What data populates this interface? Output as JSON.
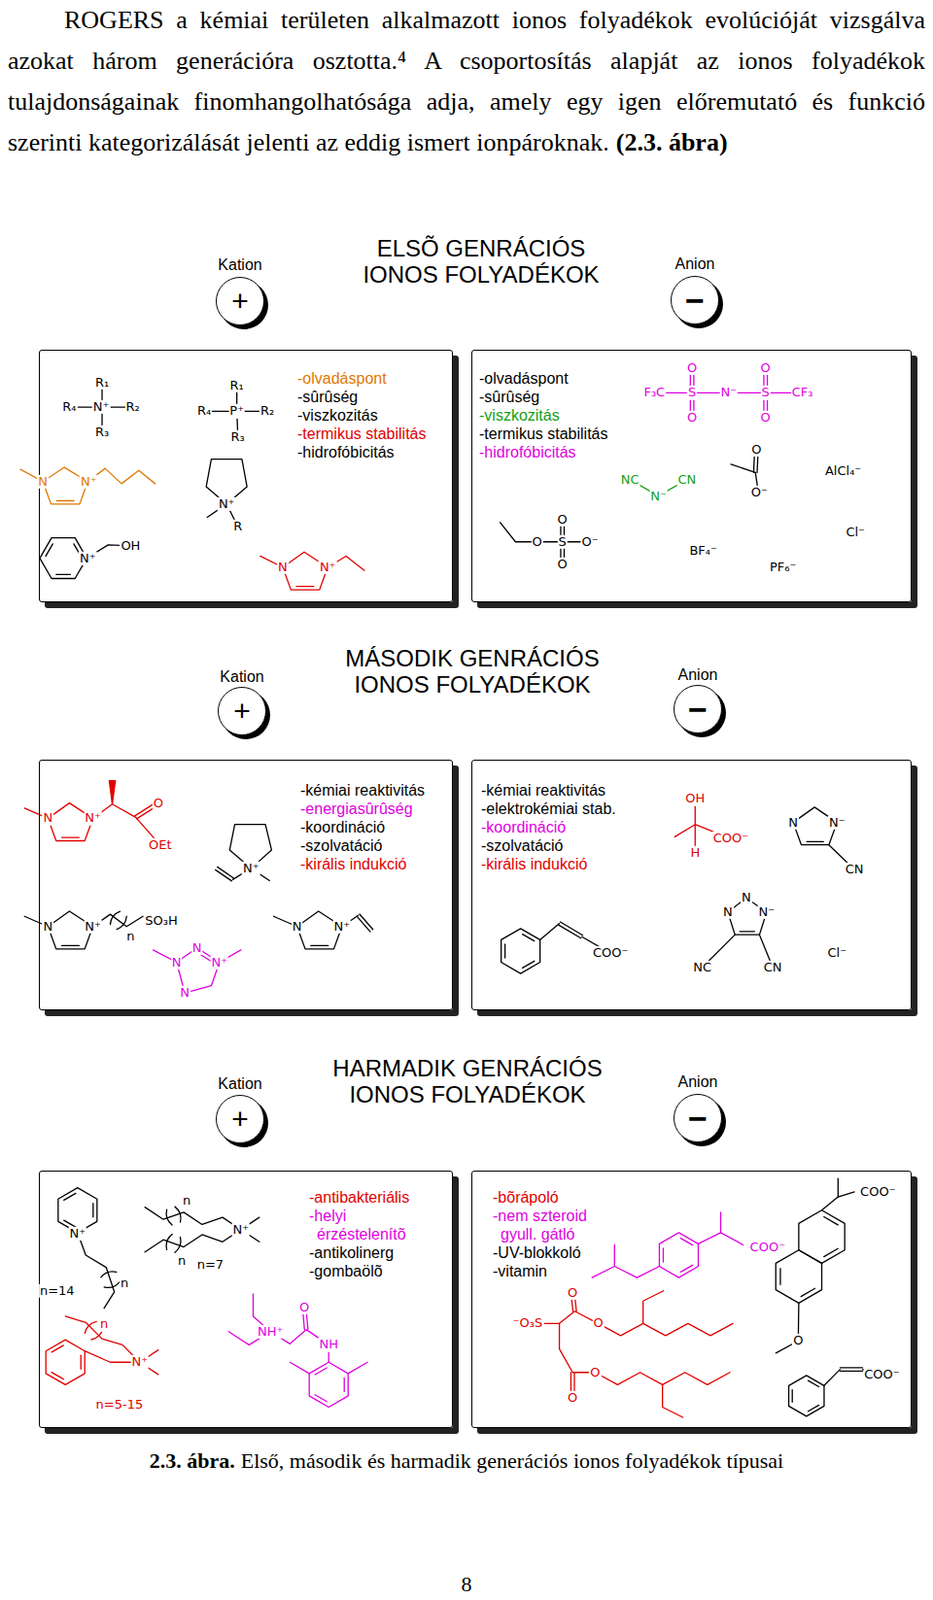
{
  "diagram": {
    "caption": "Első, második és harmadik generációs ionos folyadékok típusai",
    "nodes": [
      {
        "text": [
          "Kation",
          "+"
        ]
      },
      {
        "text": [
          "Anion",
          "−"
        ]
      },
      {
        "text": [
          "-olvadáspont",
          "-sûrûség",
          "-viszkozitás",
          "-termikus stabilitás",
          "-hidrofóbicitás"
        ]
      },
      {
        "text": [
          "-olvadáspont",
          "-sûrûség",
          "-viszkozitás",
          "-termikus stabilitás",
          "-hidrofóbicitás"
        ]
      },
      {
        "text": [
          "Kation",
          "+"
        ]
      },
      {
        "text": [
          "Anion",
          "−"
        ]
      },
      {
        "text": [
          "-kémiai reaktivitás",
          "-energiasûrûség",
          "-koordináció",
          "-szolvatáció",
          "-királis indukció"
        ]
      },
      {
        "text": [
          "-kémiai reaktivitás",
          "-elektrokémiai stab.",
          "-koordináció",
          "-szolvatáció",
          "-királis indukció"
        ]
      },
      {
        "text": [
          "Kation",
          "+"
        ]
      },
      {
        "text": [
          "Anion",
          "−"
        ]
      },
      {
        "text": [
          "-antibakteriális",
          "-helyi érzéstelenítõ",
          "-antikolinerg",
          "-gombaölõ"
        ]
      },
      {
        "text": [
          "-bõrápoló",
          "-nem szteroid gyull. gátló",
          "-UV-blokkoló",
          "-vitamin"
        ]
      }
    ],
    "labels": [
      "ROGERS a kémiai területen alkalmazott ionos folyadékok evolúcióját vizsgálva azokat három generációra osztotta.⁴ A csoportosítás alapját az ionos folyadékok tulajdonságainak finomhangolhatósága adja, amely egy igen előremutató és funkció szerinti kategorizálását jelenti az eddig ismert ionpároknak.",
      "(2.3. ábra)",
      "ELSÕ GENRÁCIÓS IONOS FOLYADÉKOK",
      "R₁",
      "R₄",
      "N⁺",
      "R₂",
      "R₃",
      "R₁",
      "R₄",
      "P⁺",
      "R₂",
      "R₃",
      "N",
      "N⁺",
      "N⁺",
      "OH",
      "N⁺",
      "R",
      "N",
      "N⁺",
      "F₃C",
      "S",
      "O",
      "O",
      "N⁻",
      "S",
      "O",
      "O",
      "CF₃",
      "NC",
      "N⁻",
      "CN",
      "O",
      "O⁻",
      "AlCl₄⁻",
      "O",
      "S",
      "O",
      "O",
      "O⁻",
      "BF₄⁻",
      "PF₆⁻",
      "Cl⁻",
      "MÁSODIK GENRÁCIÓS IONOS FOLYADÉKOK",
      "N",
      "N⁺",
      "O",
      "OEt",
      "N⁺",
      "N",
      "N⁺",
      "n",
      "SO₃H",
      "N",
      "N",
      "N⁺",
      "N",
      "N",
      "N⁺",
      "OH",
      "H",
      "COO⁻",
      "N",
      "N⁻",
      "CN",
      "COO⁻",
      "N",
      "N",
      "N⁻",
      "NC",
      "CN",
      "Cl⁻",
      "HARMADIK GENRÁCIÓS IONOS FOLYADÉKOK",
      "N⁺",
      "n",
      "n=14",
      "n",
      "N⁺",
      "n",
      "n=7",
      "n",
      "N⁺",
      "n=5-15",
      "NH⁺",
      "O",
      "NH",
      "COO⁻",
      "COO⁻",
      "O",
      "⁻O₃S",
      "O",
      "O",
      "O",
      "O",
      "COO⁻",
      "2.3. ábra.",
      "8"
    ]
  }
}
